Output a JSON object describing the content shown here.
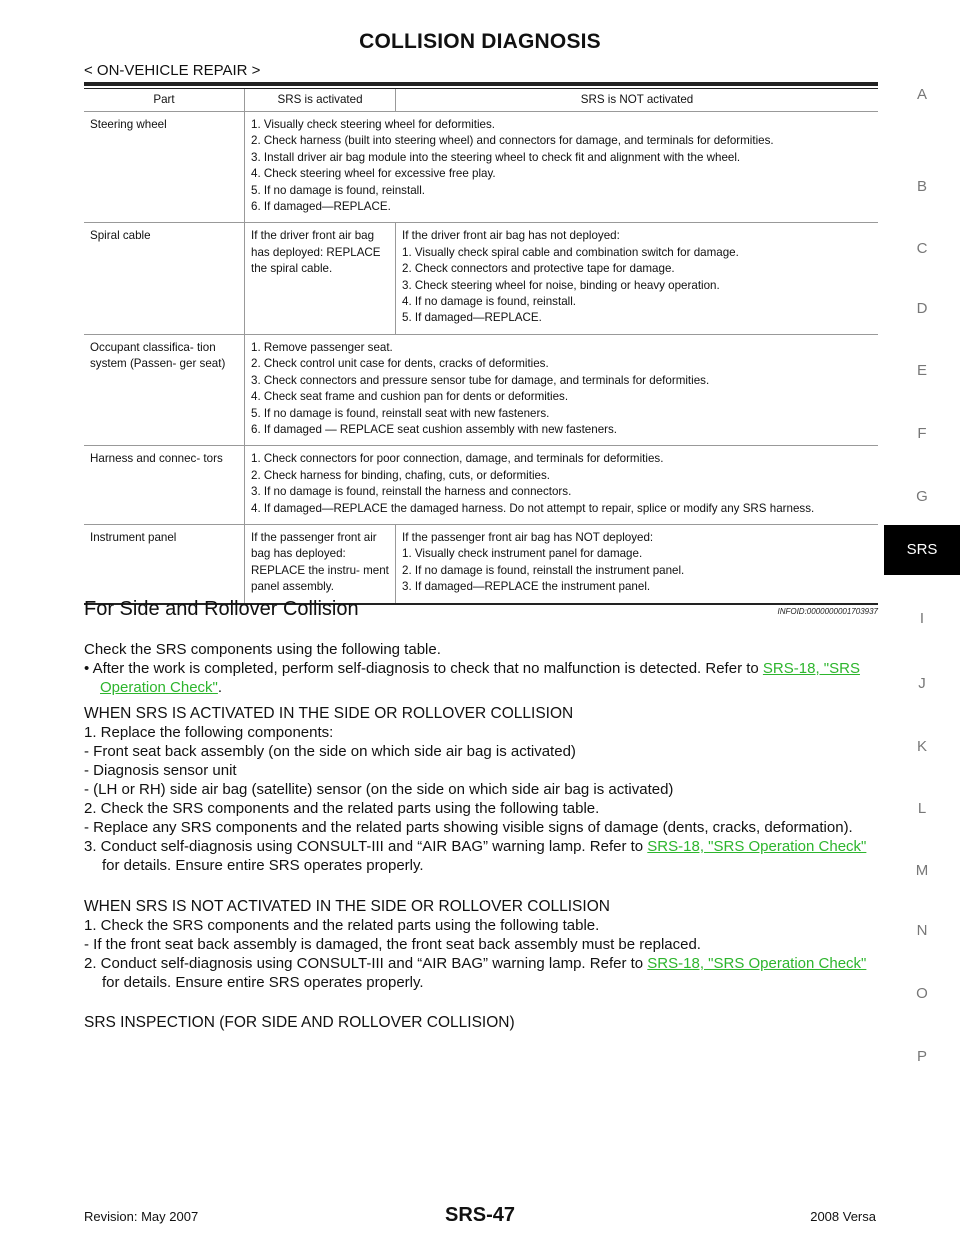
{
  "header": {
    "title": "COLLISION DIAGNOSIS",
    "subtitle": "< ON-VEHICLE REPAIR >"
  },
  "side_index": {
    "letters": [
      "A",
      "B",
      "C",
      "D",
      "E",
      "F",
      "G",
      "SRS",
      "I",
      "J",
      "K",
      "L",
      "M",
      "N",
      "O",
      "P"
    ],
    "active": "SRS"
  },
  "table": {
    "headers": [
      "Part",
      "SRS is activated",
      "SRS is NOT activated"
    ],
    "rows": [
      {
        "part": "Steering wheel",
        "merged": true,
        "steps": [
          "1. Visually check steering wheel for deformities.",
          "2. Check harness (built into steering wheel) and connectors for damage, and terminals for deformities.",
          "3. Install driver air bag module into the steering wheel to check fit and alignment with the wheel.",
          "4. Check steering wheel for excessive free play.",
          "5. If no damage is found, reinstall.",
          "6. If damaged—REPLACE."
        ]
      },
      {
        "part": "Spiral cable",
        "merged": false,
        "activated": "If the driver front air bag has deployed: REPLACE the spiral cable.",
        "not_activated_intro": "If the driver front air bag has not deployed:",
        "steps": [
          "1. Visually check spiral cable and combination switch for damage.",
          "2. Check connectors and protective tape for damage.",
          "3. Check steering wheel for noise, binding or heavy operation.",
          "4. If no damage is found, reinstall.",
          "5. If damaged—REPLACE."
        ]
      },
      {
        "part": "Occupant classifica- tion system (Passen- ger seat)",
        "merged": true,
        "steps": [
          "1. Remove passenger seat.",
          "2. Check control unit case for dents, cracks of deformities.",
          "3. Check connectors and pressure sensor tube for damage, and terminals for deformities.",
          "4. Check seat frame and cushion pan for dents or deformities.",
          "5. If no damage is found, reinstall seat with new fasteners.",
          "6. If damaged — REPLACE seat cushion assembly with new fasteners."
        ]
      },
      {
        "part": "Harness and connec- tors",
        "merged": true,
        "steps": [
          "1. Check connectors for poor connection, damage, and terminals for deformities.",
          "2. Check harness for binding, chafing, cuts, or deformities.",
          "3. If no damage is found, reinstall the harness and connectors.",
          "4. If damaged—REPLACE the damaged harness. Do not attempt to repair, splice or modify any SRS harness."
        ]
      },
      {
        "part": "Instrument panel",
        "merged": false,
        "activated": "If the passenger front air bag has deployed: REPLACE the instru- ment panel assembly.",
        "not_activated_intro": "If the passenger front air bag has NOT deployed:",
        "steps": [
          "1. Visually check instrument panel for damage.",
          "2. If no damage is found, reinstall the instrument panel.",
          "3. If damaged—REPLACE the instrument panel."
        ]
      }
    ]
  },
  "section": {
    "title": "For Side and Rollover Collision",
    "infoid": "INFOID:0000000001703937",
    "intro": "Check the SRS components using the following table.",
    "bullet_text": "• After the work is completed, perform self-diagnosis to check that no malfunction is detected. Refer to ",
    "bullet_link": "SRS-18, \"SRS Operation Check\"",
    "bullet_end": ".",
    "activated_heading": "WHEN SRS IS ACTIVATED IN THE SIDE OR ROLLOVER COLLISION",
    "activated_lines": [
      "1. Replace the following components:",
      "- Front seat back assembly (on the side on which side air bag is activated)",
      "- Diagnosis sensor unit",
      "- (LH or RH) side air bag (satellite) sensor (on the side on which side air bag is activated)",
      "2. Check the SRS components and the related parts using the following table.",
      "- Replace any SRS components and the related parts showing visible signs of damage (dents, cracks, deformation)."
    ],
    "activated_step3": "3. Conduct self-diagnosis using CONSULT-III and “AIR BAG” warning lamp. Refer to ",
    "step3_link": "SRS-18, \"SRS Operation Check\"",
    "step3_end": " for details. Ensure entire SRS operates properly.",
    "not_activated_heading": "WHEN SRS IS NOT ACTIVATED IN THE SIDE OR ROLLOVER COLLISION",
    "not_activated_lines": [
      "1. Check the SRS components and the related parts using the following table.",
      "- If the front seat back assembly is damaged, the front seat back assembly must be replaced."
    ],
    "not_activated_step2": "2. Conduct self-diagnosis using CONSULT-III and “AIR BAG” warning lamp. Refer to ",
    "inspection_heading": "SRS INSPECTION (FOR SIDE AND ROLLOVER COLLISION)"
  },
  "footer": {
    "revision": "Revision: May 2007",
    "page": "SRS-47",
    "model": "2008 Versa"
  }
}
